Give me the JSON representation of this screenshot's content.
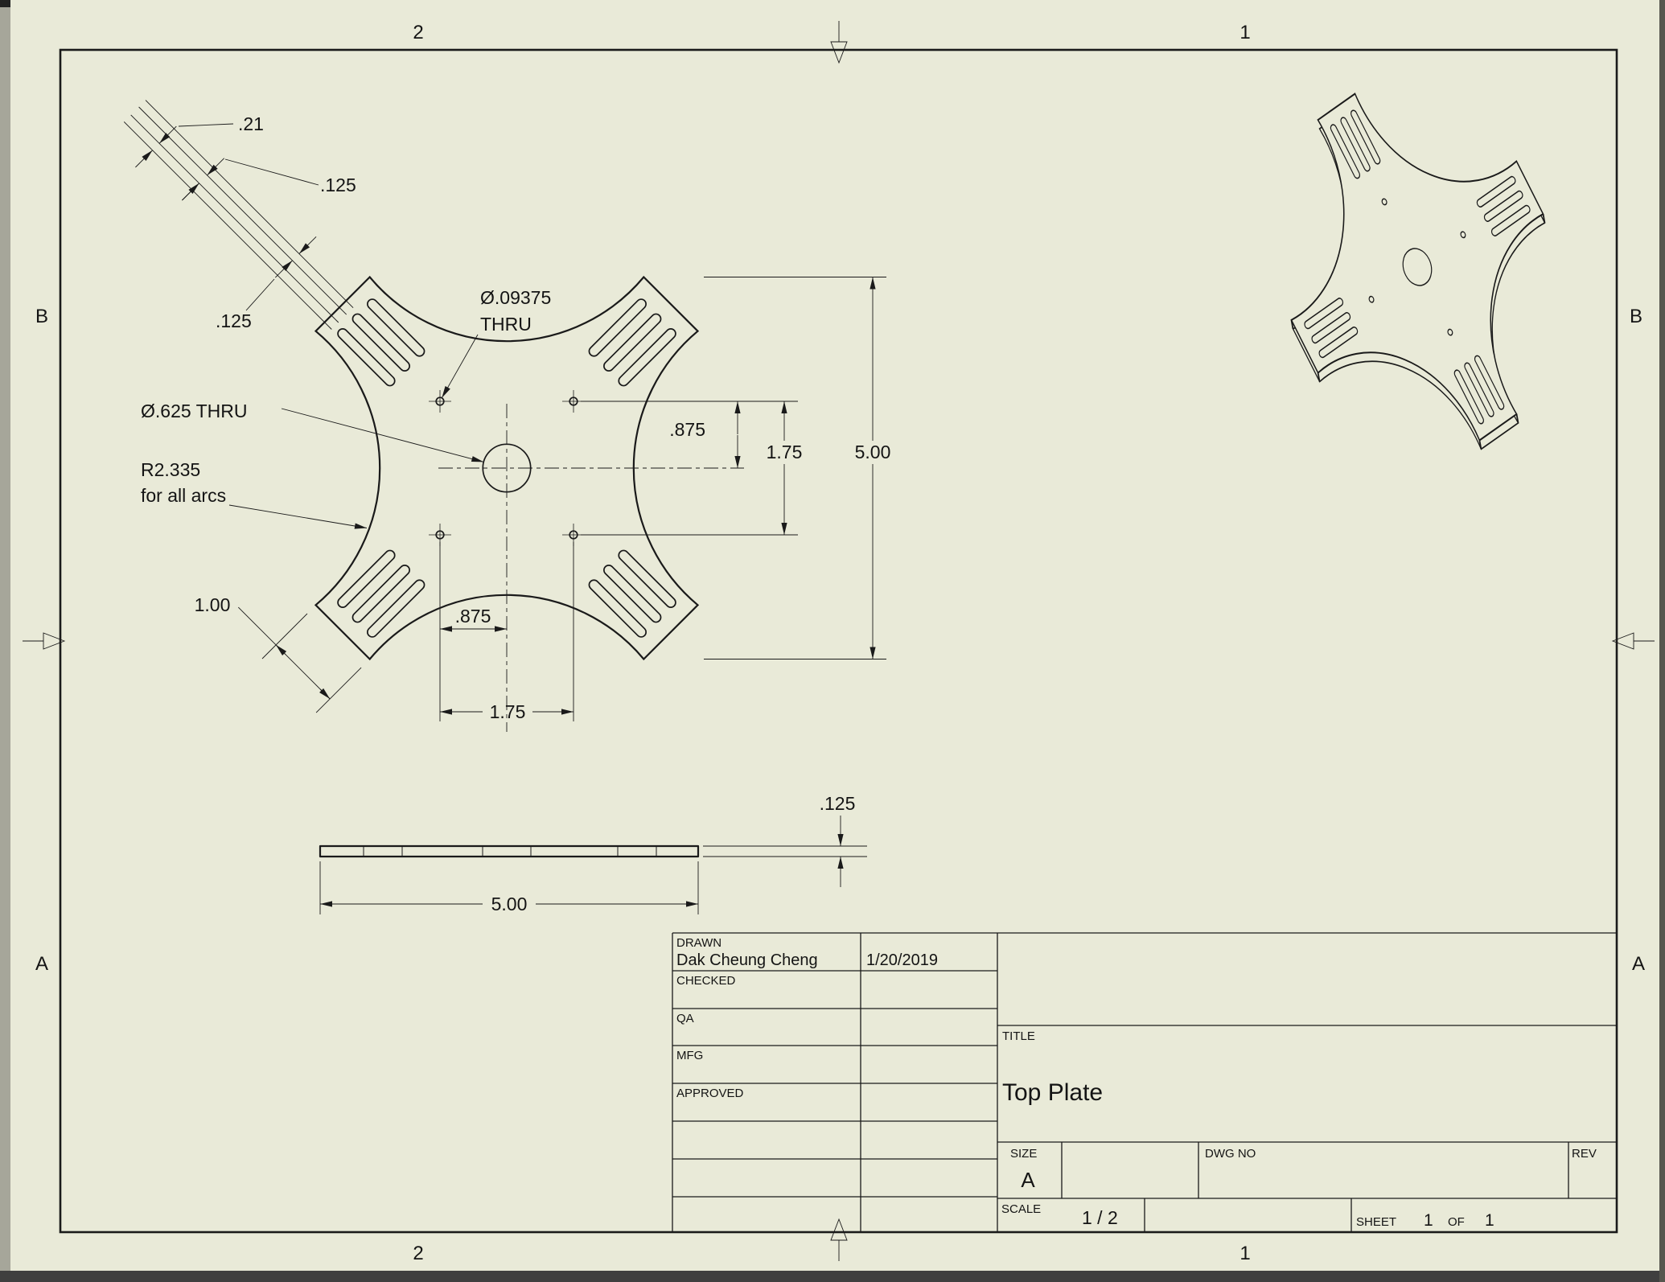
{
  "sheet": {
    "bg": "#e9ead8",
    "line_color": "#1a1a1a"
  },
  "zones": {
    "top": [
      "2",
      "1"
    ],
    "bottom": [
      "2",
      "1"
    ],
    "left": [
      "B",
      "A"
    ],
    "right": [
      "B",
      "A"
    ]
  },
  "front_view": {
    "slot_width_dim": ".21",
    "slot_gap_dim": ".125",
    "slot_gap_dim2": ".125",
    "small_hole_dia": "Ø.09375",
    "small_hole_thru": "THRU",
    "center_hole_dia": "Ø.625 THRU",
    "arc_radius": "R2.335",
    "arc_radius_note": "for all arcs",
    "tip_face": "1.00",
    "hole_offset_y": ".875",
    "hole_pitch_y": "1.75",
    "overall_height": "5.00",
    "hole_offset_x": ".875",
    "hole_pitch_x": "1.75"
  },
  "side_view": {
    "overall_width": "5.00",
    "thickness": ".125"
  },
  "title_block": {
    "drawn_label": "DRAWN",
    "drawn_name": "Dak Cheung Cheng",
    "drawn_date": "1/20/2019",
    "checked_label": "CHECKED",
    "qa_label": "QA",
    "mfg_label": "MFG",
    "approved_label": "APPROVED",
    "title_label": "TITLE",
    "title": "Top Plate",
    "size_label": "SIZE",
    "size": "A",
    "dwg_no_label": "DWG NO",
    "rev_label": "REV",
    "scale_label": "SCALE",
    "scale_value": "1 / 2",
    "sheet_label": "SHEET",
    "sheet_number": "1",
    "of_label": "OF",
    "sheet_total": "1"
  }
}
